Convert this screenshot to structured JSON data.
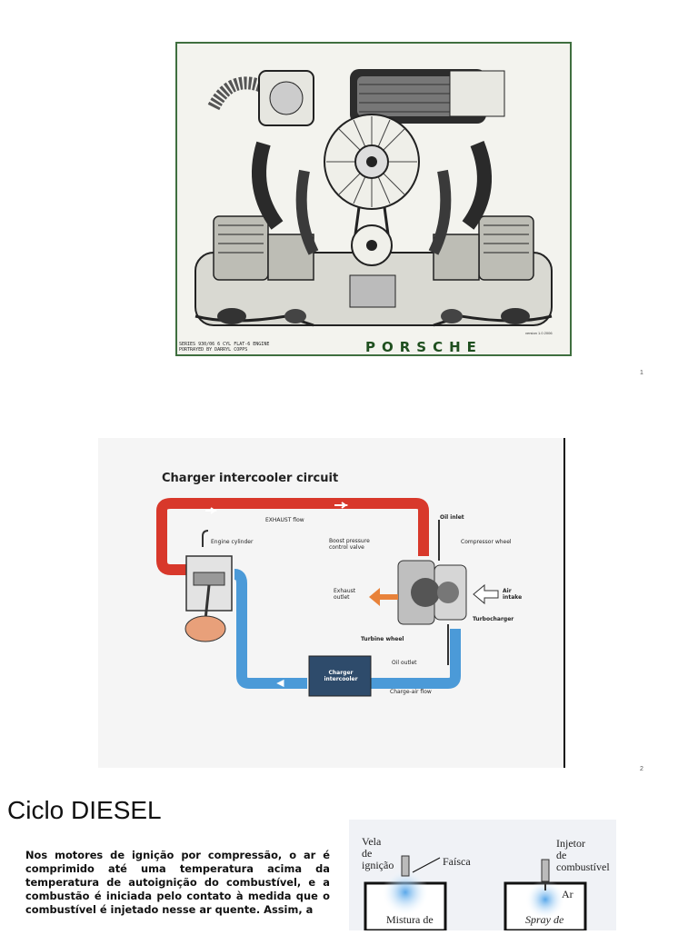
{
  "slide1": {
    "page_number": "1",
    "figure_caption_line1": "SERIES 930/06 6 CYL FLAT-6 ENGINE",
    "figure_caption_line2": "PORTRAYED BY DARRYL COPPS",
    "brand": "PORSCHE",
    "credit": "version 1.0 2006",
    "icon": "engine-cutaway-illustration",
    "frame_color": "#3f6f3f"
  },
  "slide2": {
    "page_number": "2",
    "title": "Charger intercooler circuit",
    "labels": {
      "exhaust_flow": "EXHAUST flow",
      "engine_cylinder": "Engine cylinder",
      "boost_pressure_line1": "Boost pressure",
      "boost_pressure_line2": "control valve",
      "oil_inlet": "Oil inlet",
      "compressor_wheel": "Compressor wheel",
      "exhaust_outlet_line1": "Exhaust",
      "exhaust_outlet_line2": "outlet",
      "air_intake_line1": "Air",
      "air_intake_line2": "intake",
      "turbocharger": "Turbocharger",
      "turbine_wheel": "Turbine wheel",
      "oil_outlet": "Oil outlet",
      "intercooler_line1": "Charger",
      "intercooler_line2": "intercooler",
      "charge_air_flow": "Charge-air flow"
    },
    "colors": {
      "exhaust": "#d8382b",
      "charge_air": "#4b9ad8",
      "arrow_out": "#e8823a"
    }
  },
  "slide3": {
    "title": "Ciclo DIESEL",
    "body": "Nos motores de ignição por compressão, o ar é comprimido até uma temperatura acima da temperatura de autoignição do combustível, e a combustão é iniciada pelo contato à medida que o combustível é injetado nesse ar quente. Assim, a",
    "figure": {
      "left_label_line1": "Vela",
      "left_label_line2": "de",
      "left_label_line3": "ignição",
      "spark": "Faísca",
      "mixture": "Mistura de",
      "right_label_line1": "Injetor",
      "right_label_line2": "de",
      "right_label_line3": "combustível",
      "air": "Ar",
      "spray_line": "Spray de"
    }
  }
}
